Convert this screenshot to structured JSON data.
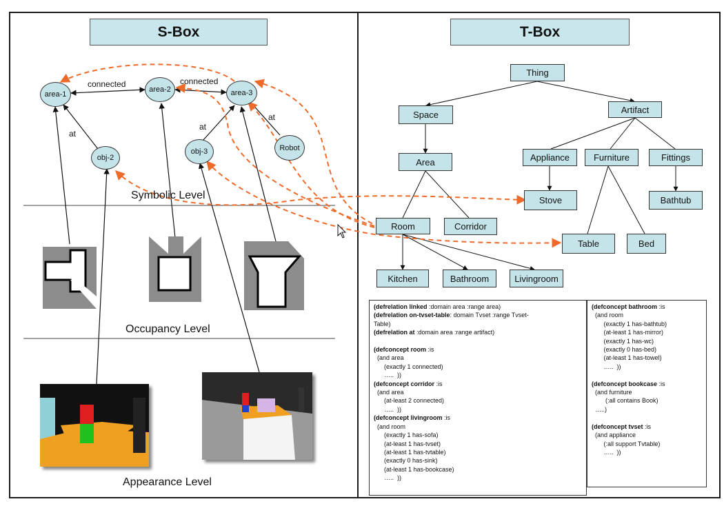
{
  "sbox": {
    "title": "S-Box",
    "nodes": {
      "area1": "area-1",
      "area2": "area-2",
      "area3": "area-3",
      "obj2": "obj-2",
      "obj3": "obj-3",
      "robot": "Robot"
    },
    "edge_labels": {
      "connected_1": "connected",
      "connected_2": "connected",
      "at_1": "at",
      "at_2": "at",
      "at_3": "at"
    },
    "levels": {
      "symbolic": "Symbolic Level",
      "occupancy": "Occupancy Level",
      "appearance": "Appearance Level"
    }
  },
  "tbox": {
    "title": "T-Box",
    "nodes": {
      "thing": "Thing",
      "space": "Space",
      "artifact": "Artifact",
      "area": "Area",
      "appliance": "Appliance",
      "furniture": "Furniture",
      "fittings": "Fittings",
      "stove": "Stove",
      "bathtub": "Bathtub",
      "room": "Room",
      "corridor": "Corridor",
      "table": "Table",
      "bed": "Bed",
      "kitchen": "Kitchen",
      "bathroom": "Bathroom",
      "livingroom": "Livingroom"
    },
    "code_left": [
      "(defrelation linked :domain area :range area)",
      "(defrelation on-tvset-table: domain Tvset :range Tvset-",
      "Table)",
      "(defrelation at :domain area :range artifact)",
      "",
      "(defconcept room :is",
      "  (and area",
      "      (exactly 1 connected)",
      "      …..  ))",
      "(defconcept corridor :is",
      "  (and area",
      "      (at-least 2 connected)",
      "      …..  ))",
      "(defconcept livingroom :is",
      "  (and room",
      "      (exactly 1 has-sofa)",
      "      (at-least 1 has-tvset)",
      "      (at-least 1 has-tvtable)",
      "      (exactly 0 has-sink)",
      "      (at-least 1 has-bookcase)",
      "      …..  ))"
    ],
    "code_right": [
      "(defconcept bathroom :is",
      "  (and room",
      "       (exactly 1 has-bathtub)",
      "       (at-least 1 has-mirror)",
      "       (exactly 1 has-wc)",
      "       (exactly 0 has-bed)",
      "       (at-least 1 has-towel)",
      "       …..  ))",
      "",
      "(defconcept bookcase :is",
      "  (and furniture",
      "        (:all contains Book)",
      "  …..)",
      "",
      "(defconcept tvset :is",
      "  (and appliance",
      "       (:all support Tvtable)",
      "       …..  ))"
    ]
  },
  "colors": {
    "node_fill": "#c5e4ea",
    "link_dashed": "#ee6a2a",
    "title_fill": "#c8e6ec"
  }
}
